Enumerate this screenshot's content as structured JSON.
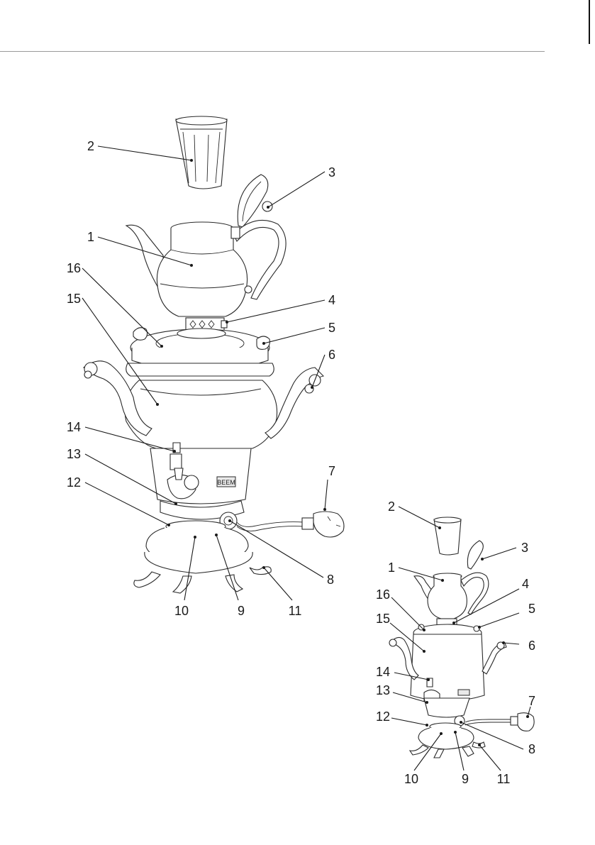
{
  "diagrams": [
    {
      "id": "large",
      "callouts": [
        {
          "number": "1"
        },
        {
          "number": "2"
        },
        {
          "number": "3"
        },
        {
          "number": "4"
        },
        {
          "number": "5"
        },
        {
          "number": "6"
        },
        {
          "number": "7"
        },
        {
          "number": "8"
        },
        {
          "number": "9"
        },
        {
          "number": "10"
        },
        {
          "number": "11"
        },
        {
          "number": "12"
        },
        {
          "number": "13"
        },
        {
          "number": "14"
        },
        {
          "number": "15"
        },
        {
          "number": "16"
        }
      ]
    },
    {
      "id": "small",
      "callouts": [
        {
          "number": "1"
        },
        {
          "number": "2"
        },
        {
          "number": "3"
        },
        {
          "number": "4"
        },
        {
          "number": "5"
        },
        {
          "number": "6"
        },
        {
          "number": "7"
        },
        {
          "number": "8"
        },
        {
          "number": "9"
        },
        {
          "number": "10"
        },
        {
          "number": "11"
        },
        {
          "number": "12"
        },
        {
          "number": "13"
        },
        {
          "number": "14"
        },
        {
          "number": "15"
        },
        {
          "number": "16"
        }
      ]
    }
  ],
  "product_badge": "BEEM"
}
